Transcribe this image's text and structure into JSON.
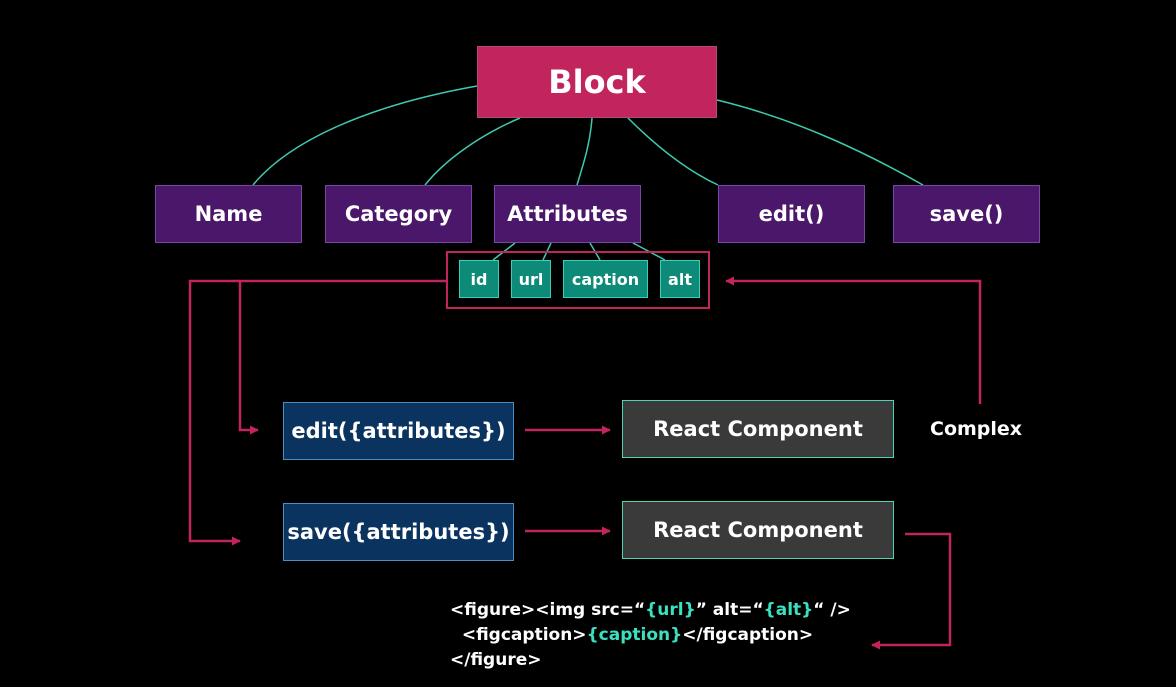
{
  "root": {
    "label": "Block"
  },
  "children": [
    {
      "label": "Name"
    },
    {
      "label": "Category"
    },
    {
      "label": "Attributes"
    },
    {
      "label": "edit()"
    },
    {
      "label": "save()"
    }
  ],
  "attributes": [
    {
      "label": "id"
    },
    {
      "label": "url"
    },
    {
      "label": "caption"
    },
    {
      "label": "alt"
    }
  ],
  "functions": [
    {
      "label": "edit({attributes})"
    },
    {
      "label": "save({attributes})"
    }
  ],
  "components": [
    {
      "label": "React Component"
    },
    {
      "label": "React Component"
    }
  ],
  "complex_label": "Complex",
  "code": {
    "line1_a": "<figure><img src=“",
    "line1_b": "{url}",
    "line1_c": "” alt=“",
    "line1_d": "{alt}",
    "line1_e": "“ />",
    "line2_a": "  <figcaption>",
    "line2_b": "{caption}",
    "line2_c": "</figcaption>",
    "line3": "</figure>"
  },
  "colors": {
    "root": "#c2245e",
    "child": "#4b176a",
    "attr": "#0e8a78",
    "function": "#0a3360",
    "component": "#3a3a3a",
    "connector_teal": "#3fc9b0",
    "arrow_pink": "#c2245e",
    "highlight": "#3be0c0"
  }
}
